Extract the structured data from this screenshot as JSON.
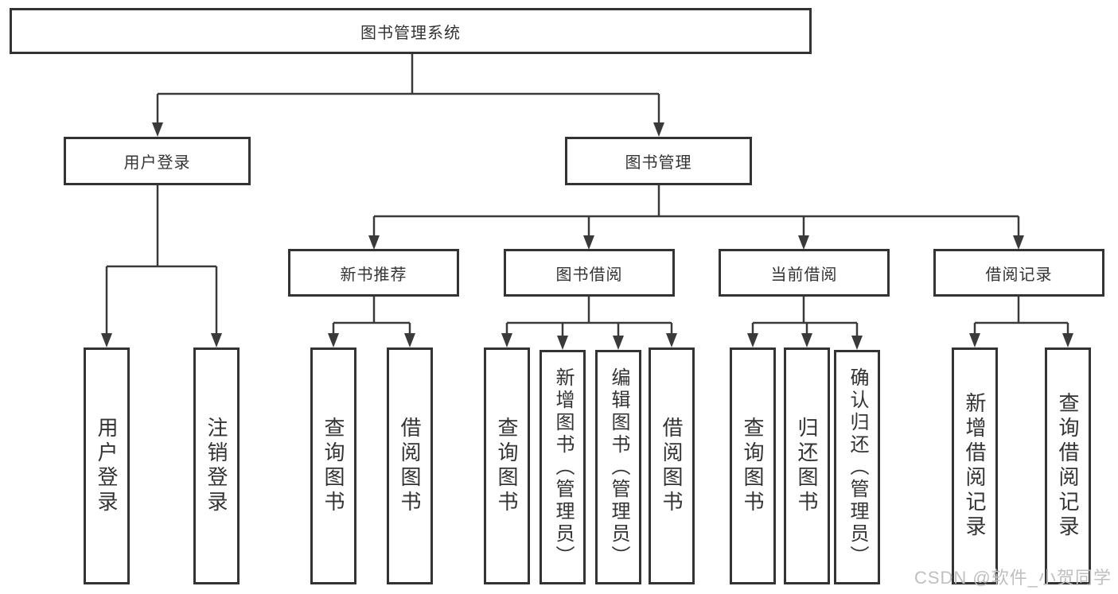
{
  "diagram_type": "hierarchy",
  "tree": {
    "root": {
      "label": "图书管理系统"
    },
    "branches": [
      {
        "label": "用户登录",
        "children": [
          {
            "label": "用户登录"
          },
          {
            "label": "注销登录"
          }
        ]
      },
      {
        "label": "图书管理",
        "children": [
          {
            "label": "新书推荐",
            "children": [
              {
                "label": "查询图书"
              },
              {
                "label": "借阅图书"
              }
            ]
          },
          {
            "label": "图书借阅",
            "children": [
              {
                "label": "查询图书"
              },
              {
                "label": "新增图书（管理员）"
              },
              {
                "label": "编辑图书（管理员）"
              },
              {
                "label": "借阅图书"
              }
            ]
          },
          {
            "label": "当前借阅",
            "children": [
              {
                "label": "查询图书"
              },
              {
                "label": "归还图书"
              },
              {
                "label": "确认归还（管理员）"
              }
            ]
          },
          {
            "label": "借阅记录",
            "children": [
              {
                "label": "新增借阅记录"
              },
              {
                "label": "查询借阅记录"
              }
            ]
          }
        ]
      }
    ]
  },
  "watermark": {
    "text": "CSDN @软件_小贺同学",
    "color": "#bfbfbf"
  },
  "colors": {
    "line": "#3a3a3a",
    "box_border": "#333333",
    "text": "#333333",
    "background": "#ffffff"
  }
}
